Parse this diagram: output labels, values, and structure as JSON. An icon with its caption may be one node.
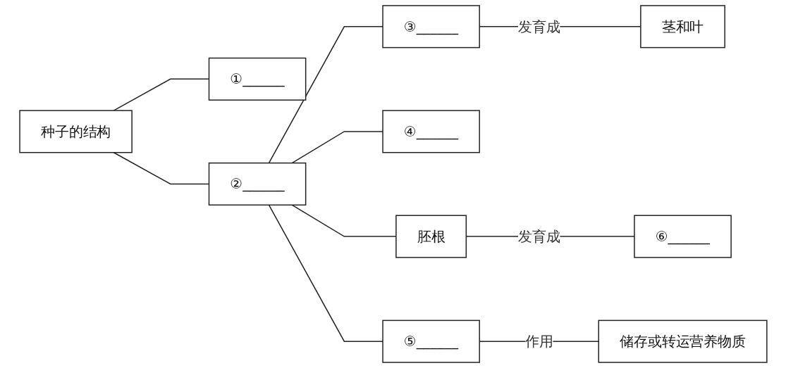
{
  "diagram": {
    "nodes": [
      {
        "text": [
          "种子的结构"
        ]
      },
      {
        "text": [
          "①______"
        ]
      },
      {
        "text": [
          "②______"
        ]
      },
      {
        "text": [
          "③______"
        ]
      },
      {
        "text": [
          "茎和叶"
        ]
      },
      {
        "text": [
          "④______"
        ]
      },
      {
        "text": [
          "胚根"
        ]
      },
      {
        "text": [
          "⑥______"
        ]
      },
      {
        "text": [
          "⑤______"
        ]
      },
      {
        "text": [
          "储存或转运营养物质"
        ]
      }
    ],
    "edges": [
      {
        "from": 0,
        "to": 1,
        "arrow": "none"
      },
      {
        "from": 0,
        "to": 2,
        "arrow": "none"
      },
      {
        "from": 2,
        "to": 3,
        "arrow": "none"
      },
      {
        "from": 3,
        "to": 4,
        "arrow": "none",
        "label": "发育成"
      },
      {
        "from": 2,
        "to": 5,
        "arrow": "none"
      },
      {
        "from": 2,
        "to": 6,
        "arrow": "none"
      },
      {
        "from": 6,
        "to": 7,
        "arrow": "none",
        "label": "发育成"
      },
      {
        "from": 2,
        "to": 8,
        "arrow": "none"
      },
      {
        "from": 8,
        "to": 9,
        "arrow": "none",
        "label": "作用"
      }
    ]
  }
}
